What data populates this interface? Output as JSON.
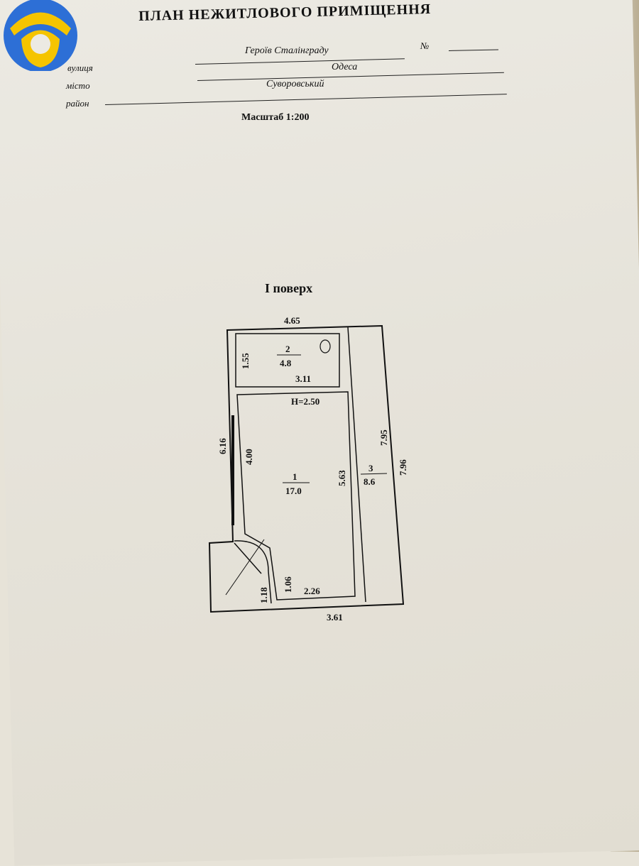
{
  "document": {
    "title": "ПЛАН НЕЖИТЛОВОГО ПРИМІЩЕННЯ",
    "fields": {
      "street_label": "вулиця",
      "street_value": "Героїв Сталінграду",
      "number_label": "№",
      "city_label": "місто",
      "city_value": "Одеса",
      "district_label": "район",
      "district_value": "Суворовський"
    },
    "scale": "Масштаб 1:200",
    "floor_label": "І поверх"
  },
  "plan": {
    "dimensions": {
      "top_width": "4.65",
      "left_upper": "1.55",
      "room2_width": "3.11",
      "height_note": "H=2.50",
      "left_full": "6.16",
      "left_inner": "4.00",
      "room1_right": "5.63",
      "room3_inner": "7.95",
      "right_outer": "7.96",
      "small_left": "1.18",
      "small_inner": "1.06",
      "bottom_inner": "2.26",
      "bottom_outer": "3.61"
    },
    "rooms": [
      {
        "number": "1",
        "area": "17.0"
      },
      {
        "number": "2",
        "area": "4.8"
      },
      {
        "number": "3",
        "area": "8.6"
      }
    ]
  },
  "colors": {
    "paper": "#e7e3d8",
    "ink": "#111111",
    "logo_blue": "#2d6fd6",
    "logo_yellow": "#f5c400"
  }
}
